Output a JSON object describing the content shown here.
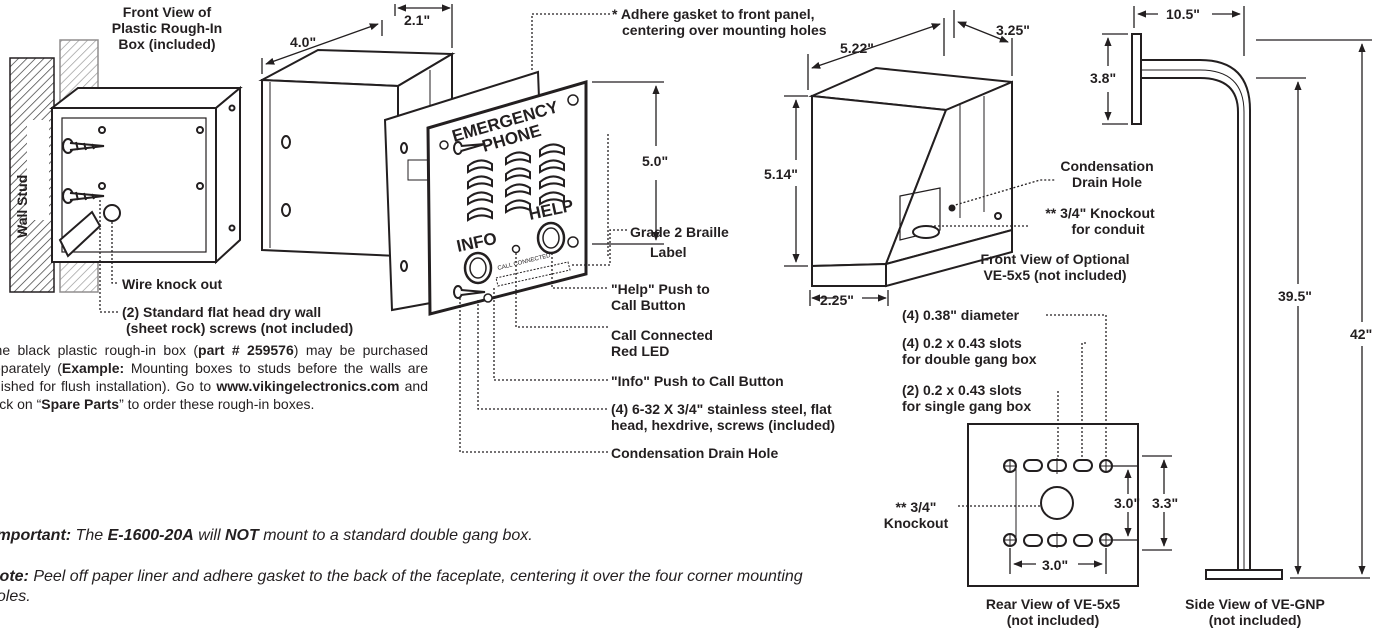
{
  "left": {
    "front_view_title": [
      "Front View of",
      "Plastic Rough-In",
      "Box (included)"
    ],
    "wall_stud": "Wall Stud",
    "wire_knock_out": "Wire knock out",
    "screws_label": [
      "(2) Standard flat head dry wall",
      "(sheet rock) screws (not included)"
    ],
    "paragraph": {
      "p1": "The black plastic rough-in box (",
      "part": "part # 259576",
      "p2": ") may be purchased separately (",
      "example": "Example:",
      "p3": " Mounting boxes to studs before the walls are finished for flush installation). Go to ",
      "url": "www.vikingelectronics.com",
      "p4": " and click on “",
      "spare": "Spare Parts",
      "p5": "” to order these rough-in boxes."
    },
    "important": {
      "label": "Important:",
      "t1": " The ",
      "model": "E-1600-20A",
      "t2": " will ",
      "not": "NOT",
      "t3": " mount to a standard double gang box."
    },
    "note": {
      "label": "Note:",
      "text": " Peel off paper liner and adhere gasket to the back of the faceplate, centering it over the four corner mounting holes."
    }
  },
  "middle": {
    "dim_box_width": "4.0\"",
    "dim_box_depth": "2.1\"",
    "dim_plate_height": "5.0\"",
    "gasket_note": [
      "* Adhere gasket to front panel,",
      "centering over mounting holes"
    ],
    "faceplate": {
      "line1": "EMERGENCY",
      "line2": "PHONE",
      "help": "HELP",
      "info": "INFO",
      "led": "CALL CONNECTED"
    },
    "braille": [
      "Grade 2 Braille",
      "Label"
    ],
    "help_button": [
      "\"Help\" Push to",
      "Call Button"
    ],
    "call_led": [
      "Call Connected",
      "Red LED"
    ],
    "info_button": "\"Info\" Push to Call Button",
    "screws": [
      "(4) 6-32 X 3/4\" stainless steel, flat",
      "head, hexdrive, screws (included)"
    ],
    "drain": "Condensation Drain Hole"
  },
  "right": {
    "dim_width": "5.22\"",
    "dim_depth": "3.25\"",
    "dim_height": "5.14\"",
    "dim_bottom": "2.25\"",
    "drain": [
      "Condensation",
      "Drain Hole"
    ],
    "knockout_conduit": [
      "** 3/4\" Knockout",
      "for conduit"
    ],
    "front_view": [
      "Front View of Optional",
      "VE-5x5 (not included)"
    ],
    "holes_diameter": "(4) 0.38\" diameter",
    "slots_double": [
      "(4) 0.2 x 0.43 slots",
      "for double gang box"
    ],
    "slots_single": [
      "(2) 0.2 x 0.43 slots",
      "for single gang box"
    ],
    "knockout_rear": [
      "** 3/4\"",
      "Knockout"
    ],
    "dim_3_0_v": "3.0\"",
    "dim_3_3": "3.3\"",
    "dim_3_0_h": "3.0\"",
    "rear_view": [
      "Rear View of VE-5x5",
      "(not included)"
    ],
    "dim_10_5": "10.5\"",
    "dim_3_8": "3.8\"",
    "dim_39_5": "39.5\"",
    "dim_42": "42\"",
    "side_view": [
      "Side View of VE-GNP",
      "(not included)"
    ]
  }
}
